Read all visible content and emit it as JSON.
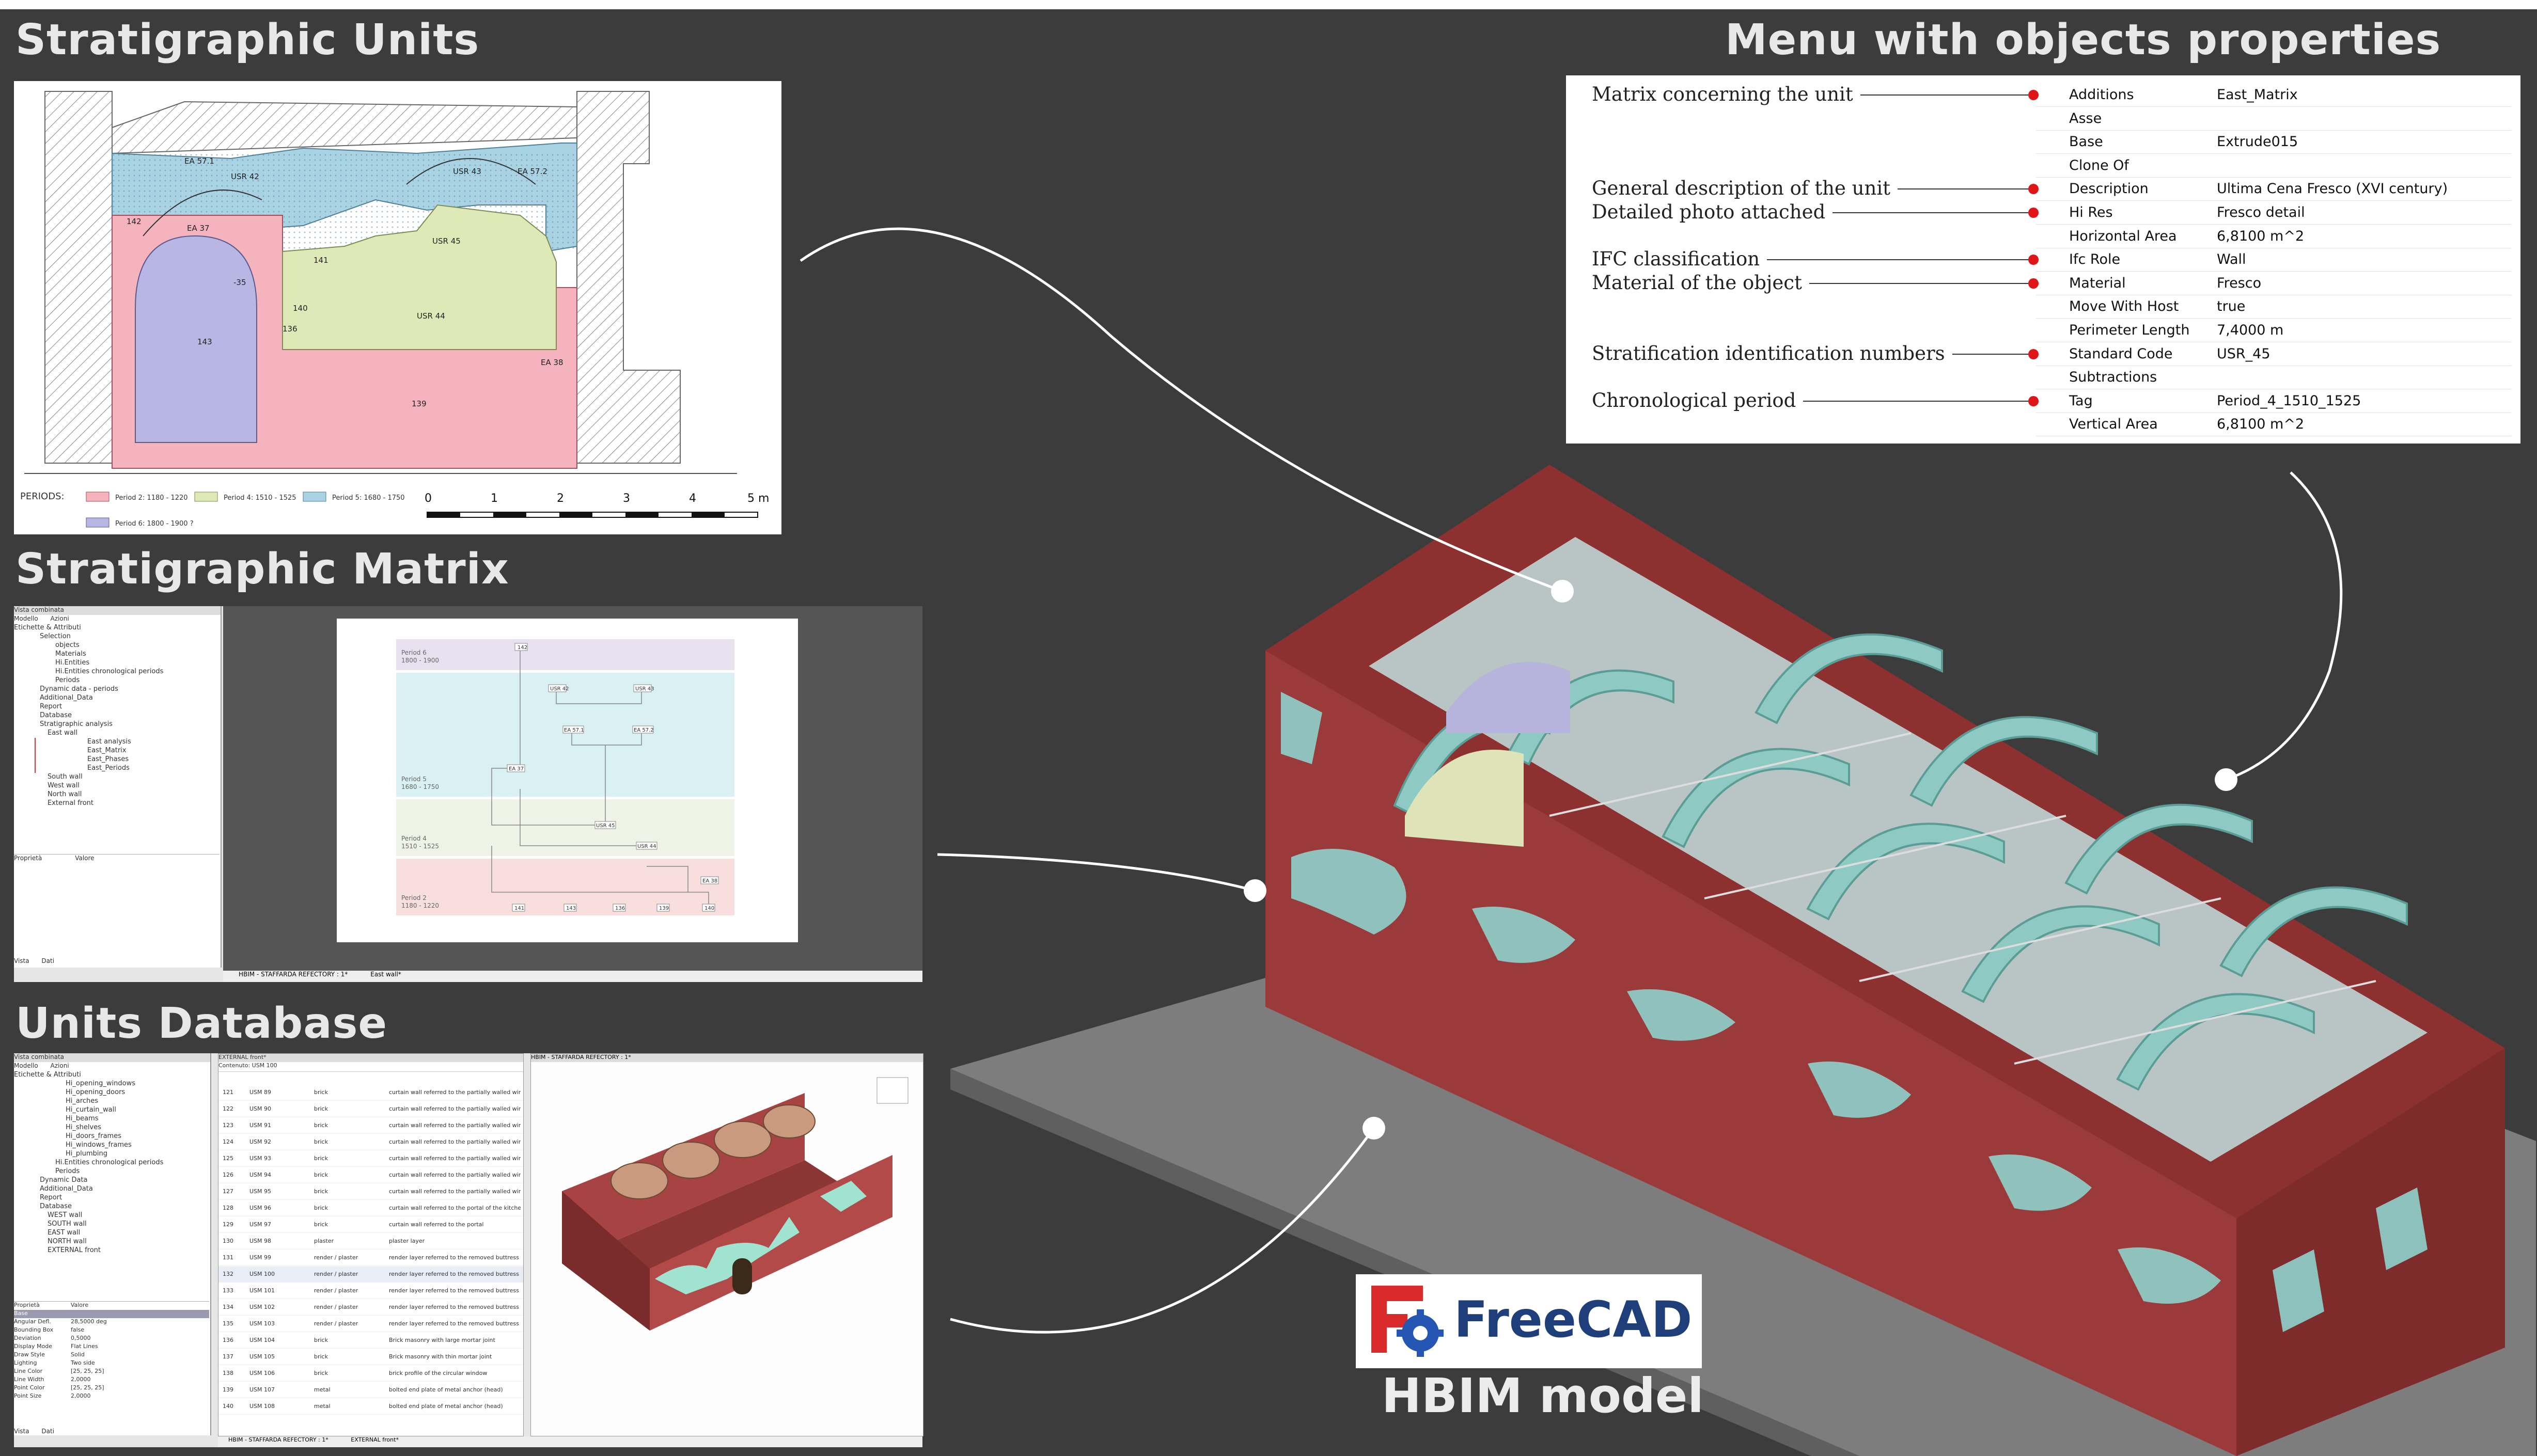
{
  "titles": {
    "stratigraphic_units": "Stratigraphic Units",
    "stratigraphic_matrix": "Stratigraphic Matrix",
    "units_database": "Units Database",
    "menu_properties": "Menu with objects properties",
    "hbim_model": "HBIM model",
    "freecad": "FreeCAD"
  },
  "su_drawing": {
    "labels": [
      "EA 57.1",
      "USR 42",
      "USR 43",
      "EA 57.2",
      "142",
      "EA 37",
      "141",
      "USR 45",
      "-35",
      "140",
      "136",
      "USR 44",
      "143",
      "EA 38",
      "139"
    ],
    "periods_label": "PERIODS:",
    "legend": [
      {
        "text": "Period 2: 1180 - 1220",
        "color": "#f4b3bd"
      },
      {
        "text": "Period 4: 1510 - 1525",
        "color": "#dfe9b8"
      },
      {
        "text": "Period 5: 1680 - 1750",
        "color": "#a9d3e3"
      },
      {
        "text": "Period 6: 1800 - 1900 ?",
        "color": "#b8b7e3"
      }
    ],
    "scale": [
      "0",
      "1",
      "2",
      "3",
      "4",
      "5 m"
    ]
  },
  "matrix_tree": {
    "header": "Vista combinata",
    "tabs": [
      "Modello",
      "Azioni"
    ],
    "items": [
      "Etichette & Attributi",
      "Selection",
      "objects",
      "Materials",
      "Hi.Entities",
      "Hi.Entities chronological periods",
      "Periods",
      "Dynamic data - periods",
      "Additional_Data",
      "Report",
      "Database",
      "Stratigraphic analysis",
      "East wall",
      "East analysis",
      "East_Matrix",
      "East_Phases",
      "East_Periods",
      "South wall",
      "West wall",
      "North wall",
      "External front"
    ],
    "footer": [
      "Proprietà",
      "Valore"
    ],
    "bottom_tabs": [
      "Vista",
      "Dati"
    ],
    "doc_tabs": [
      "HBIM - STAFFARDA REFECTORY : 1*",
      "East wall*"
    ]
  },
  "matrix_chart": {
    "periods": [
      {
        "label": "Period 6",
        "range": "1800 - 1900",
        "color": "#e8e2f0"
      },
      {
        "label": "Period 5",
        "range": "1680 - 1750",
        "color": "#d9f1f2"
      },
      {
        "label": "Period 4",
        "range": "1510 - 1525",
        "color": "#eef3e6"
      },
      {
        "label": "Period 2",
        "range": "1180 - 1220",
        "color": "#f9dede"
      }
    ],
    "nodes": [
      "142",
      "USR 42",
      "USR 43",
      "EA 57.1",
      "EA 57.2",
      "EA 37",
      "USR 45",
      "USR 44",
      "EA 38",
      "141",
      "143",
      "136",
      "139",
      "140"
    ]
  },
  "db_tree": {
    "header": "Vista combinata",
    "tabs": [
      "Modello",
      "Azioni"
    ],
    "items": [
      "Etichette & Attributi",
      "Hi_opening_windows",
      "Hi_opening_doors",
      "Hi_arches",
      "Hi_curtain_wall",
      "Hi_beams",
      "Hi_shelves",
      "Hi_doors_frames",
      "Hi_windows_frames",
      "Hi_plumbing",
      "Hi.Entities chronological periods",
      "Periods",
      "Dynamic Data",
      "Additional_Data",
      "Report",
      "Database",
      "WEST wall",
      "SOUTH wall",
      "EAST wall",
      "NORTH wall",
      "EXTERNAL front"
    ],
    "props_header": [
      "Proprietà",
      "Valore"
    ],
    "props": [
      [
        "Base",
        ""
      ],
      [
        "Angular Defl.",
        "28,5000 deg"
      ],
      [
        "Bounding Box",
        "false"
      ],
      [
        "Deviation",
        "0,5000"
      ],
      [
        "Display Mode",
        "Flat Lines"
      ],
      [
        "Draw Style",
        "Solid"
      ],
      [
        "Lighting",
        "Two side"
      ],
      [
        "Line Color",
        "[25, 25, 25]"
      ],
      [
        "Line Width",
        "2,0000"
      ],
      [
        "Point Color",
        "[25, 25, 25]"
      ],
      [
        "Point Size",
        "2,0000"
      ]
    ],
    "bottom_tabs": [
      "Vista",
      "Dati"
    ]
  },
  "db_table": {
    "tab": "EXTERNAL front*",
    "header": "Contenuto: USM 100",
    "rows": [
      [
        "121",
        "USM 89",
        "brick",
        "curtain wall referred to the partially walled win"
      ],
      [
        "122",
        "USM 90",
        "brick",
        "curtain wall referred to the partially walled win"
      ],
      [
        "123",
        "USM 91",
        "brick",
        "curtain wall referred to the partially walled win"
      ],
      [
        "124",
        "USM 92",
        "brick",
        "curtain wall referred to the partially walled win"
      ],
      [
        "125",
        "USM 93",
        "brick",
        "curtain wall referred to the partially walled win"
      ],
      [
        "126",
        "USM 94",
        "brick",
        "curtain wall referred to the partially walled win"
      ],
      [
        "127",
        "USM 95",
        "brick",
        "curtain wall referred to the partially walled win"
      ],
      [
        "128",
        "USM 96",
        "brick",
        "curtain wall referred to the portal of the kitchen"
      ],
      [
        "129",
        "USM 97",
        "brick",
        "curtain wall referred to the portal"
      ],
      [
        "130",
        "USM 98",
        "plaster",
        "plaster layer"
      ],
      [
        "131",
        "USM 99",
        "render / plaster",
        "render layer referred to the removed buttress"
      ],
      [
        "132",
        "USM 100",
        "render / plaster",
        "render layer referred to the removed buttress"
      ],
      [
        "133",
        "USM 101",
        "render / plaster",
        "render layer referred to the removed buttress"
      ],
      [
        "134",
        "USM 102",
        "render / plaster",
        "render layer referred to the removed buttress"
      ],
      [
        "135",
        "USM 103",
        "render / plaster",
        "render layer referred to the removed buttress"
      ],
      [
        "136",
        "USM 104",
        "brick",
        "Brick masonry with large mortar joint"
      ],
      [
        "137",
        "USM 105",
        "brick",
        "Brick masonry with thin mortar joint"
      ],
      [
        "138",
        "USM 106",
        "brick",
        "brick profile of the circular window"
      ],
      [
        "139",
        "USM 107",
        "metal",
        "bolted end plate of metal anchor (head)"
      ],
      [
        "140",
        "USM 108",
        "metal",
        "bolted end plate of metal anchor (head)"
      ]
    ],
    "doc_tabs": [
      "HBIM - STAFFARDA REFECTORY : 1*",
      "EXTERNAL front*"
    ],
    "view_title": "HBIM - STAFFARDA REFECTORY : 1*"
  },
  "properties": {
    "rows": [
      {
        "key": "Additions",
        "value": "East_Matrix",
        "desc": "Matrix concerning the unit"
      },
      {
        "key": "Asse",
        "value": "",
        "desc": ""
      },
      {
        "key": "Base",
        "value": "Extrude015",
        "desc": ""
      },
      {
        "key": "Clone Of",
        "value": "",
        "desc": ""
      },
      {
        "key": "Description",
        "value": "Ultima Cena Fresco (XVI century)",
        "desc": "General description of the unit"
      },
      {
        "key": "Hi Res",
        "value": "Fresco detail",
        "desc": "Detailed photo attached"
      },
      {
        "key": "Horizontal Area",
        "value": "6,8100 m^2",
        "desc": ""
      },
      {
        "key": "Ifc Role",
        "value": "Wall",
        "desc": "IFC classification"
      },
      {
        "key": "Material",
        "value": "Fresco",
        "desc": "Material of the object"
      },
      {
        "key": "Move With Host",
        "value": "true",
        "desc": ""
      },
      {
        "key": "Perimeter Length",
        "value": "7,4000 m",
        "desc": ""
      },
      {
        "key": "Standard Code",
        "value": "USR_45",
        "desc": "Stratification identification numbers"
      },
      {
        "key": "Subtractions",
        "value": "",
        "desc": ""
      },
      {
        "key": "Tag",
        "value": "Period_4_1510_1525",
        "desc": "Chronological period"
      },
      {
        "key": "Vertical Area",
        "value": "6,8100 m^2",
        "desc": ""
      }
    ]
  },
  "colors": {
    "background": "#3c3c3c",
    "wall": "#9b3a3a",
    "vault": "#8ec9c3",
    "floor": "#7d7d7d",
    "red_dot": "#e01616"
  }
}
